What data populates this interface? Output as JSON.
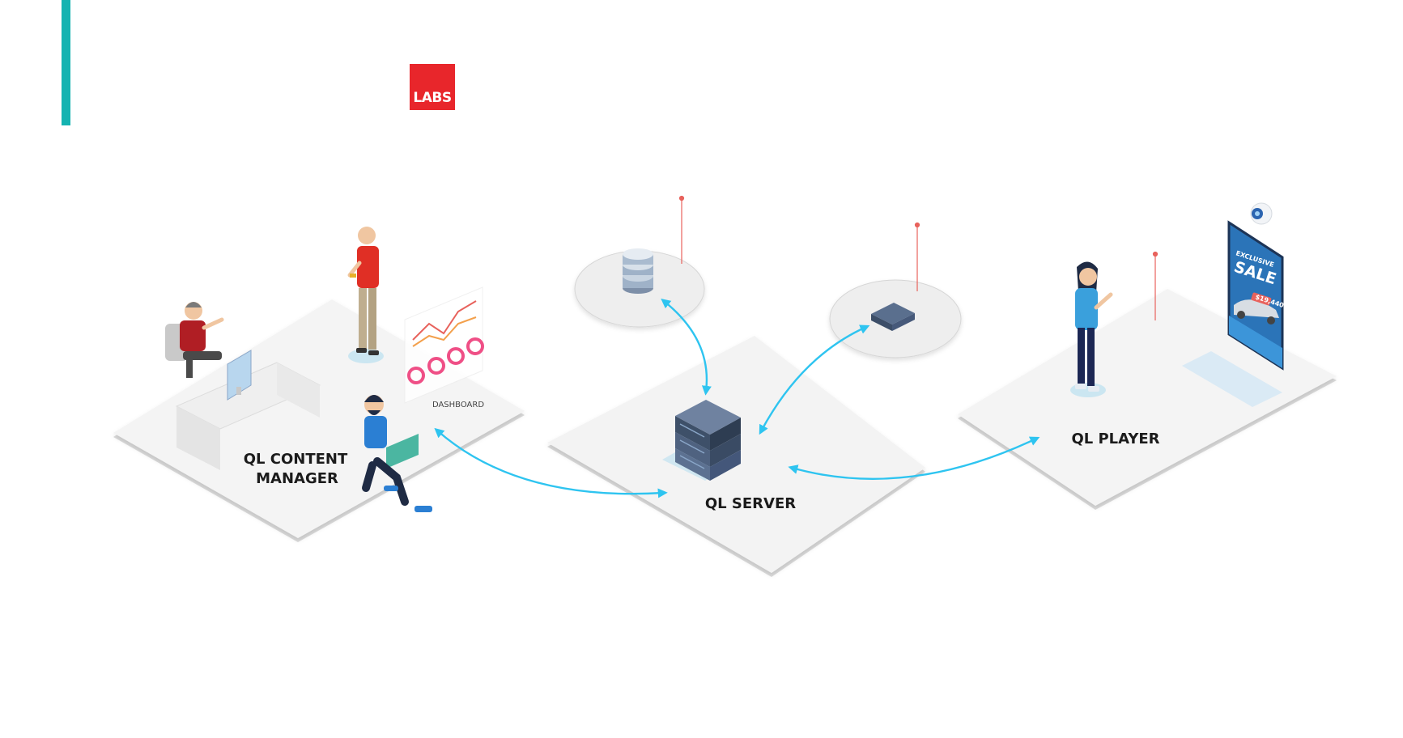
{
  "logo": {
    "text": "LABS",
    "color": "#e8262b"
  },
  "accent_color": "#14b3b1",
  "arrow_color": "#2ec4f0",
  "nodes": {
    "content_manager": {
      "line1": "QL CONTENT",
      "line2": "MANAGER"
    },
    "server": {
      "label": "QL SERVER"
    },
    "player": {
      "label": "QL PLAYER"
    }
  },
  "dashboard": {
    "label": "DASHBOARD"
  },
  "billboard": {
    "line1": "EXCLUSIVE",
    "line2": "SALE",
    "price": "$19,440"
  },
  "icons": [
    "database-icon",
    "network-device-icon",
    "server-rack-icon",
    "camera-icon",
    "computer-icon",
    "laptop-icon"
  ]
}
